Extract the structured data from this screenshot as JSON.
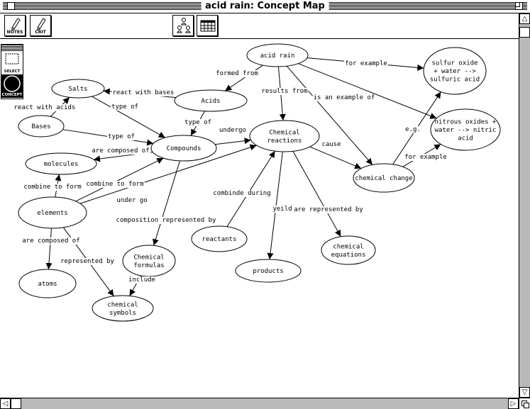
{
  "window": {
    "title": "acid rain:  Concept Map"
  },
  "toolbar": {
    "notes_label": "NOTES",
    "crit_label": "CRIT"
  },
  "palette": {
    "select_label": "SELECT",
    "concept_label": "CONCEPT"
  },
  "concept_map": {
    "nodes": [
      {
        "id": "acid_rain",
        "lines": [
          "acid rain"
        ]
      },
      {
        "id": "sulfur_oxide",
        "lines": [
          "sulfur oxide",
          "+ water -->",
          "sulfuric acid"
        ]
      },
      {
        "id": "nitrous_oxides",
        "lines": [
          "nitrous oxides +",
          "water --> nitric",
          "acid"
        ]
      },
      {
        "id": "salts",
        "lines": [
          "Salts"
        ]
      },
      {
        "id": "acids",
        "lines": [
          "Acids"
        ]
      },
      {
        "id": "bases",
        "lines": [
          "Bases"
        ]
      },
      {
        "id": "compounds",
        "lines": [
          "Compounds"
        ]
      },
      {
        "id": "chemical_reactions",
        "lines": [
          "Chemical",
          "reactions"
        ]
      },
      {
        "id": "chemical_change",
        "lines": [
          "chemical change"
        ]
      },
      {
        "id": "molecules",
        "lines": [
          "molecules"
        ]
      },
      {
        "id": "elements",
        "lines": [
          "elements"
        ]
      },
      {
        "id": "reactants",
        "lines": [
          "reactants"
        ]
      },
      {
        "id": "chemical_equations",
        "lines": [
          "chemical",
          "equations"
        ]
      },
      {
        "id": "chemical_formulas",
        "lines": [
          "Chemical",
          "formulas"
        ]
      },
      {
        "id": "products",
        "lines": [
          "products"
        ]
      },
      {
        "id": "atoms",
        "lines": [
          "atoms"
        ]
      },
      {
        "id": "chemical_symbols",
        "lines": [
          "chemical",
          "symbols"
        ]
      }
    ],
    "links": [
      {
        "id": "l1",
        "from": "acid_rain",
        "to": "sulfur_oxide",
        "label": "for example"
      },
      {
        "id": "l2",
        "from": "acid_rain",
        "to": "nitrous_oxides",
        "label": ""
      },
      {
        "id": "l3",
        "from": "acid_rain",
        "to": "acids",
        "label": "formed from"
      },
      {
        "id": "l4",
        "from": "acid_rain",
        "to": "chemical_reactions",
        "label": "results from"
      },
      {
        "id": "l5",
        "from": "acid_rain",
        "to": "chemical_change",
        "label": "is an example of"
      },
      {
        "id": "l6",
        "from": "chemical_change",
        "to": "sulfur_oxide",
        "label": "e.g."
      },
      {
        "id": "l7",
        "from": "chemical_change",
        "to": "nitrous_oxides",
        "label": "for example"
      },
      {
        "id": "l8",
        "from": "acids",
        "to": "salts",
        "label": "react with bases"
      },
      {
        "id": "l9",
        "from": "bases",
        "to": "salts",
        "label": "react with acids"
      },
      {
        "id": "l10",
        "from": "salts",
        "to": "compounds",
        "label": "type of"
      },
      {
        "id": "l11",
        "from": "bases",
        "to": "compounds",
        "label": "type of"
      },
      {
        "id": "l12",
        "from": "acids",
        "to": "compounds",
        "label": "type of"
      },
      {
        "id": "l13",
        "from": "compounds",
        "to": "chemical_reactions",
        "label": "undergo"
      },
      {
        "id": "l14",
        "from": "chemical_reactions",
        "to": "chemical_change",
        "label": "cause"
      },
      {
        "id": "l15",
        "from": "compounds",
        "to": "molecules",
        "label": "are composed of"
      },
      {
        "id": "l16",
        "from": "elements",
        "to": "molecules",
        "label": "combine to form"
      },
      {
        "id": "l17",
        "from": "elements",
        "to": "compounds",
        "label": "combine to form"
      },
      {
        "id": "l18",
        "from": "elements",
        "to": "chemical_reactions",
        "label": "under go"
      },
      {
        "id": "l19",
        "from": "compounds",
        "to": "chemical_formulas",
        "label": "composition represented by"
      },
      {
        "id": "l20",
        "from": "reactants",
        "to": "chemical_reactions",
        "label": "combinde during"
      },
      {
        "id": "l21",
        "from": "chemical_reactions",
        "to": "products",
        "label": "yeild"
      },
      {
        "id": "l22",
        "from": "chemical_reactions",
        "to": "chemical_equations",
        "label": "are represented by"
      },
      {
        "id": "l23",
        "from": "elements",
        "to": "atoms",
        "label": "are composed of"
      },
      {
        "id": "l24",
        "from": "elements",
        "to": "chemical_symbols",
        "label": "represented by"
      },
      {
        "id": "l25",
        "from": "chemical_formulas",
        "to": "chemical_symbols",
        "label": "include"
      }
    ]
  }
}
